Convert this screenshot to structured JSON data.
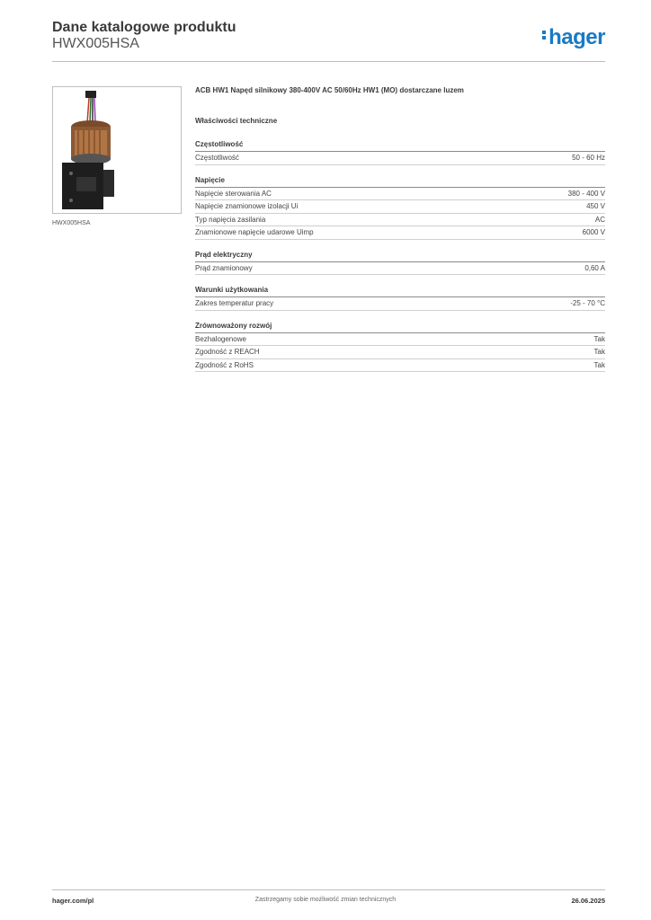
{
  "header": {
    "title": "Dane katalogowe produktu",
    "subtitle": "HWX005HSA",
    "logo_text": "hager",
    "logo_color": "#1a7ac4"
  },
  "image": {
    "caption": "HWX005HSA"
  },
  "product": {
    "description": "ACB HW1 Napęd silnikowy 380-400V AC 50/60Hz HW1 (MO) dostarczane luzem",
    "props_heading": "Właściwości techniczne"
  },
  "sections": [
    {
      "title": "Częstotliwość",
      "rows": [
        {
          "label": "Częstotliwość",
          "value": "50 - 60 Hz"
        }
      ]
    },
    {
      "title": "Napięcie",
      "rows": [
        {
          "label": "Napięcie sterowania AC",
          "value": "380 - 400 V"
        },
        {
          "label": "Napięcie znamionowe izolacji Ui",
          "value": "450 V"
        },
        {
          "label": "Typ napięcia zasilania",
          "value": "AC"
        },
        {
          "label": "Znamionowe napięcie udarowe Uimp",
          "value": "6000 V"
        }
      ]
    },
    {
      "title": "Prąd elektryczny",
      "rows": [
        {
          "label": "Prąd znamionowy",
          "value": "0,60 A"
        }
      ]
    },
    {
      "title": "Warunki użytkowania",
      "rows": [
        {
          "label": "Zakres temperatur pracy",
          "value": "-25 - 70 °C"
        }
      ]
    },
    {
      "title": "Zrównoważony rozwój",
      "rows": [
        {
          "label": "Bezhalogenowe",
          "value": "Tak"
        },
        {
          "label": "Zgodność z REACH",
          "value": "Tak"
        },
        {
          "label": "Zgodność z RoHS",
          "value": "Tak"
        }
      ]
    }
  ],
  "footer": {
    "website": "hager.com/pl",
    "disclaimer": "Zastrzegamy sobie możliwość zmian technicznych",
    "date": "26.06.2025"
  }
}
